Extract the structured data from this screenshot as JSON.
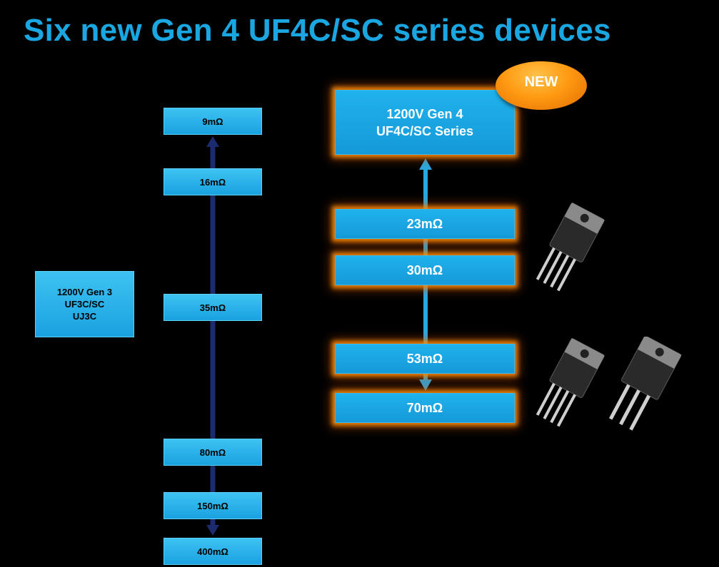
{
  "title": "Six new Gen 4 UF4C/SC series devices",
  "gen3": {
    "lines": [
      "1200V Gen 3",
      "UF3C/SC",
      "UJ3C"
    ],
    "values": [
      "9mΩ",
      "16mΩ",
      "35mΩ",
      "80mΩ",
      "150mΩ",
      "400mΩ"
    ]
  },
  "gen4": {
    "lines": [
      "1200V Gen 4",
      "UF4C/SC Series"
    ],
    "badge": "NEW",
    "values": [
      "23mΩ",
      "30mΩ",
      "53mΩ",
      "70mΩ"
    ]
  },
  "colors": {
    "title": "#1aa6e0",
    "box": "#1aa2e0",
    "glow": "#ff8c00",
    "gen3_arrow": "#1c2a6e",
    "gen4_arrow": "#29a8e0",
    "badge": "#ff9a12"
  }
}
